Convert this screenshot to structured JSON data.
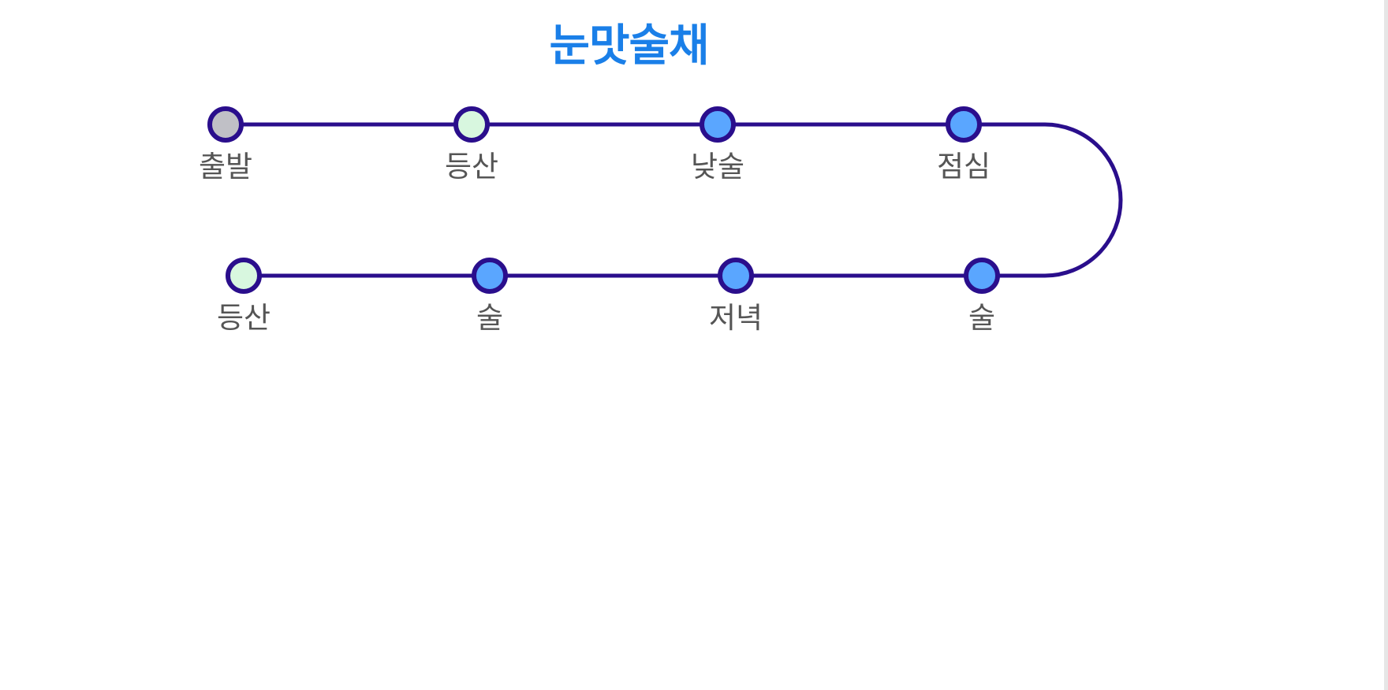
{
  "title": "눈맛술채",
  "colors": {
    "title": "#1a7fe8",
    "line": "#2a0e8c",
    "label": "#555555",
    "node_start": "#c0c0c6",
    "node_hike": "#d8f7df",
    "node_activity": "#5aa6ff"
  },
  "stations": [
    {
      "label": "출발",
      "kind": "start",
      "row": 0,
      "col": 0
    },
    {
      "label": "등산",
      "kind": "hike",
      "row": 0,
      "col": 1
    },
    {
      "label": "낮술",
      "kind": "activity",
      "row": 0,
      "col": 2
    },
    {
      "label": "점심",
      "kind": "activity",
      "row": 0,
      "col": 3
    },
    {
      "label": "술",
      "kind": "activity",
      "row": 1,
      "col": 3
    },
    {
      "label": "저녁",
      "kind": "activity",
      "row": 1,
      "col": 2
    },
    {
      "label": "술",
      "kind": "activity",
      "row": 1,
      "col": 1
    },
    {
      "label": "등산",
      "kind": "hike",
      "row": 1,
      "col": 0
    }
  ]
}
